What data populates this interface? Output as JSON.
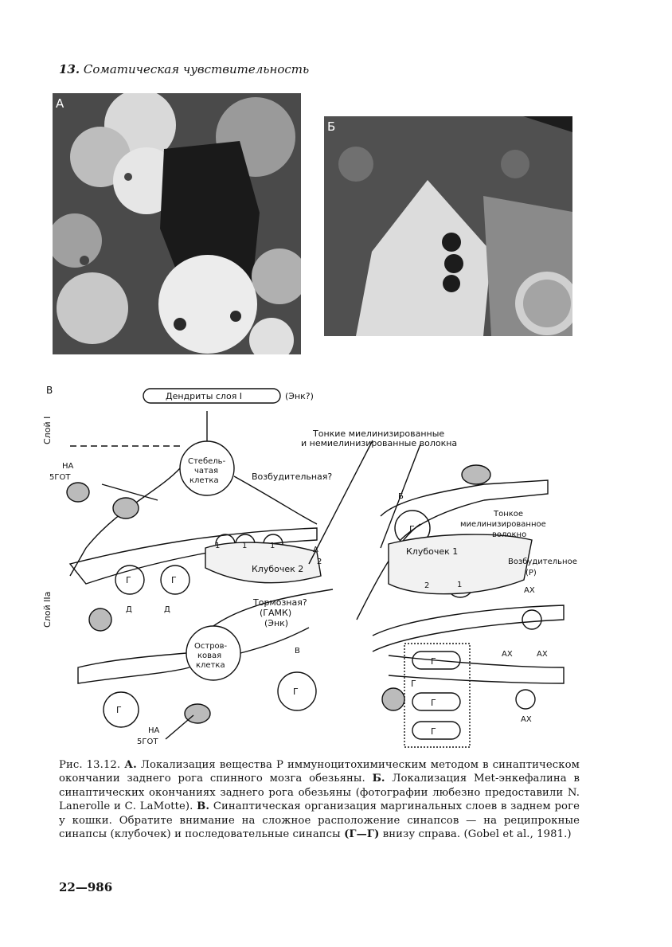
{
  "header": {
    "number": "13.",
    "title": "Соматическая чувствительность"
  },
  "photos": [
    {
      "label": "А"
    },
    {
      "label": "Б"
    }
  ],
  "diagram": {
    "panel_label": "В",
    "dendrites_label": "Дендриты слоя I",
    "enk_q": "(Энк?)",
    "layer1": "Слой I",
    "layer2a": "Слой IIa",
    "thin_fibers_1": "Тонкие миелинизированные",
    "thin_fibers_2": "и немиелинизированные волокна",
    "stalk_cell_1": "Стебель-",
    "stalk_cell_2": "чатая",
    "stalk_cell_3": "клетка",
    "excitatory_q": "Возбудительная?",
    "na_5got": "НА",
    "got": "5ГОТ",
    "b": "Б",
    "g": "Г",
    "thin_myelin_1": "Тонкое",
    "thin_myelin_2": "миелинизированное",
    "thin_myelin_3": "волокно",
    "glom1": "Клубочек 1",
    "glom2": "Клубочек 2",
    "excitatory_p": "Возбудительное",
    "p": "(Р)",
    "ax": "АХ",
    "d": "Д",
    "a": "А",
    "inhibitory_1": "Тормозная?",
    "inhibitory_2": "(ГАМК)",
    "inhibitory_3": "(Энк)",
    "islet_1": "Остров-",
    "islet_2": "ковая",
    "islet_3": "клетка",
    "v": "В",
    "one": "1",
    "two": "2"
  },
  "caption": {
    "fig": "Рис. 13.12.",
    "a_lbl": "А.",
    "a_text": "Локализация вещества Р иммуноцитохимическим методом в синаптическом окончании заднего рога спинного мозга обезьяны.",
    "b_lbl": "Б.",
    "b_text": "Локализация Met-энкефалина в синаптических окончаниях заднего рога обезьяны (фотографии любезно предоставили N. Lanerolle и С. LaMotte).",
    "v_lbl": "В.",
    "v_text": "Синаптическая организация маргинальных слоев в заднем роге у кошки. Обратите внимание на сложное расположение синапсов — на реципрокные синапсы (клубочек) и последовательные синапсы",
    "gg": "(Г—Г)",
    "end": "внизу справа. (Gobel et al., 1981.)"
  },
  "footer": {
    "page": "22—986"
  }
}
